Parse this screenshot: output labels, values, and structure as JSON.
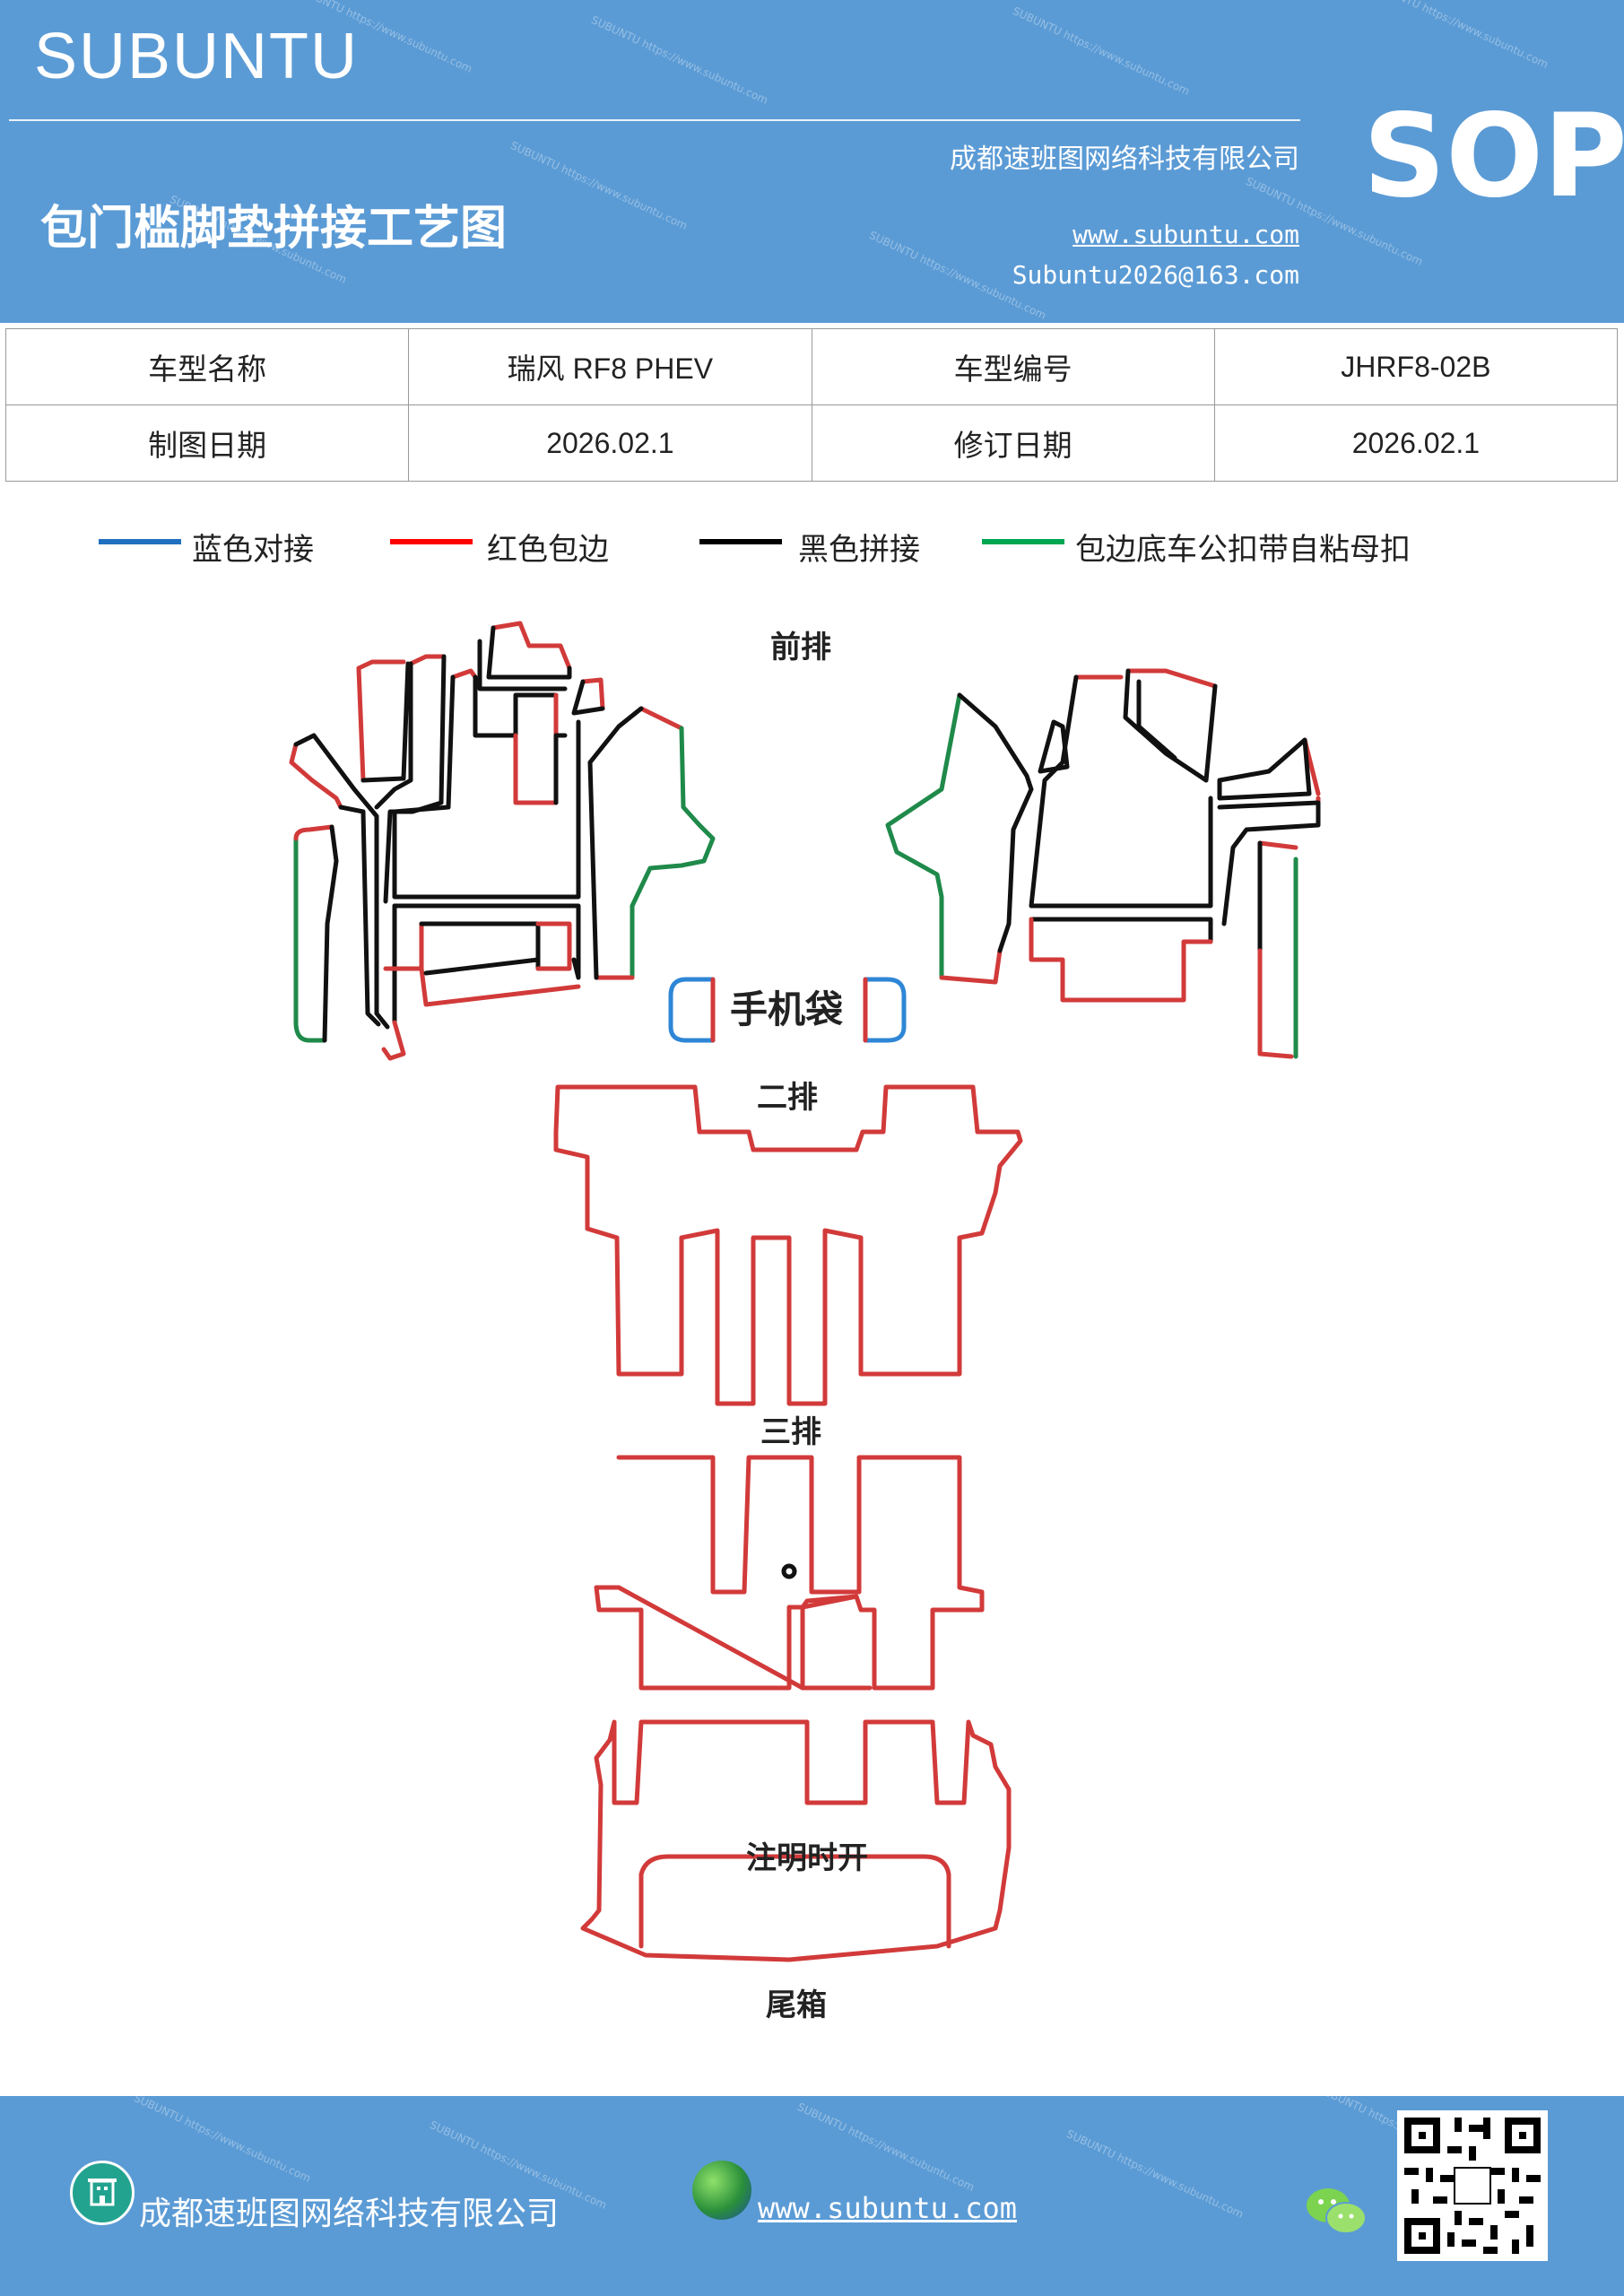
{
  "header": {
    "brand": "SUBUNTU",
    "sop": "SOP",
    "company": "成都速班图网络科技有限公司",
    "title": "包门槛脚垫拼接工艺图",
    "website": "www.subuntu.com",
    "email": "Subuntu2026@163.com",
    "watermark": "SUBUNTU https://www.subuntu.com"
  },
  "info_table": {
    "rows": [
      [
        "车型名称",
        "瑞风 RF8  PHEV",
        "车型编号",
        "JHRF8-02B"
      ],
      [
        "制图日期",
        "2026.02.1",
        "修订日期",
        "2026.02.1"
      ]
    ]
  },
  "legend": [
    {
      "label": "蓝色对接",
      "color": "#1f6fc0"
    },
    {
      "label": "红色包边",
      "color": "#ff0000"
    },
    {
      "label": "黑色拼接",
      "color": "#000000"
    },
    {
      "label": "包边底车公扣带自粘母扣",
      "color": "#00a651"
    }
  ],
  "colors": {
    "header_bg": "#5b9bd5",
    "outline_red": "#d23a3a",
    "outline_green": "#1f8a4a",
    "outline_blue": "#2e86d6",
    "outline_black": "#111111"
  },
  "sections": {
    "front": "前排",
    "phone_bag": "手机袋",
    "second": "二排",
    "third": "三排",
    "trunk_note": "注明时开",
    "trunk": "尾箱"
  },
  "footer": {
    "company": "成都速班图网络科技有限公司",
    "website": "www.subuntu.com",
    "icons": [
      "building-icon",
      "globe-icon",
      "wechat-icon",
      "qr-code"
    ]
  }
}
